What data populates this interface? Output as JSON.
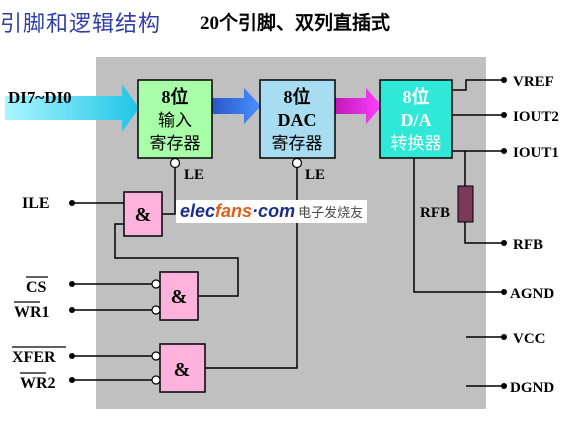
{
  "header": {
    "title": "引脚和逻辑结构",
    "subtitle": "20个引脚、双列直插式"
  },
  "blocks": {
    "input_register": {
      "line1": "8位",
      "line2": "输入",
      "line3": "寄存器"
    },
    "dac_register": {
      "line1": "8位",
      "line2": "DAC",
      "line3": "寄存器"
    },
    "converter": {
      "line1": "8位",
      "line2": "D/A",
      "line3": "转换器"
    }
  },
  "gates": {
    "and_symbol": "&"
  },
  "pins_left": {
    "data_in": "DI7~DI0",
    "ile": "ILE",
    "cs": "CS",
    "wr1": "WR1",
    "xfer": "XFER",
    "wr2": "WR2"
  },
  "le_labels": {
    "le1": "LE",
    "le2": "LE"
  },
  "pins_right": {
    "vref": "VREF",
    "iout2": "IOUT2",
    "iout1": "IOUT1",
    "rfb_resistor": "RFB",
    "rfb": "RFB",
    "agnd": "AGND",
    "vcc": "VCC",
    "dgnd": "DGND"
  },
  "watermark": {
    "part1": "elec",
    "part2": "fans",
    "part3": "·com",
    "part4": "电子发烧友"
  },
  "colors": {
    "chip_bg": "#c0c0c0",
    "block_green": "#a8ffa8",
    "block_blue": "#a8dcf0",
    "block_cyan": "#30e8d8",
    "gate_pink": "#ffb3dc",
    "resistor": "#7a3a5a",
    "arrow_cyan": "#30d8f0",
    "arrow_blue": "#3068e0",
    "arrow_magenta": "#f020e0"
  }
}
